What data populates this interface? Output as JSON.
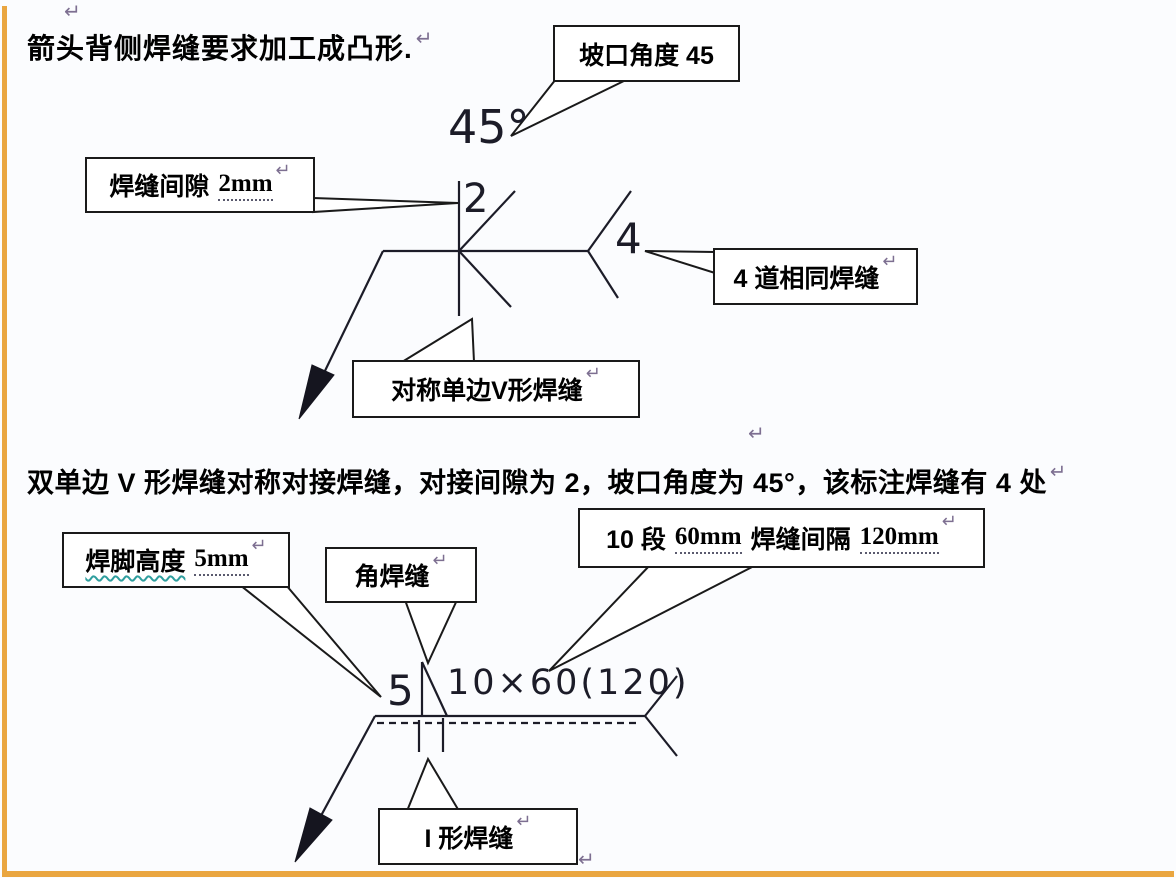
{
  "colors": {
    "accent_border": "#EAA640",
    "line": "#1C1C28",
    "callout_border": "#1A1A1A",
    "pilcrow": "#7D6F91",
    "wavy_underline": "#2E9E9E"
  },
  "marks": {
    "pilcrow": "↵"
  },
  "headings": {
    "top": "箭头背侧焊缝要求加工成凸形.",
    "middle": "双单边 V 形焊缝对称对接焊缝，对接间隙为 2，坡口角度为 45°，该标注焊缝有 4 处"
  },
  "diagram1": {
    "angle_label": "45°",
    "gap_digit": "2",
    "weld_count_digit": "4",
    "callout_groove_angle": "坡口角度 45",
    "callout_gap_label": "焊缝间隙",
    "callout_gap_value": "2mm",
    "callout_identical": "4 道相同焊缝",
    "callout_symmetric_v": "对称单边V形焊缝"
  },
  "diagram2": {
    "leg_digit": "5",
    "symbol_text": "10×60(120)",
    "callout_leg_label": "焊脚高度",
    "callout_leg_value": "5mm",
    "callout_fillet": "角焊缝",
    "callout_seg_count": "10 段",
    "callout_seg_length": "60mm",
    "callout_seg_label": "焊缝间隔",
    "callout_seg_gap": "120mm",
    "callout_i_weld": "I 形焊缝"
  }
}
